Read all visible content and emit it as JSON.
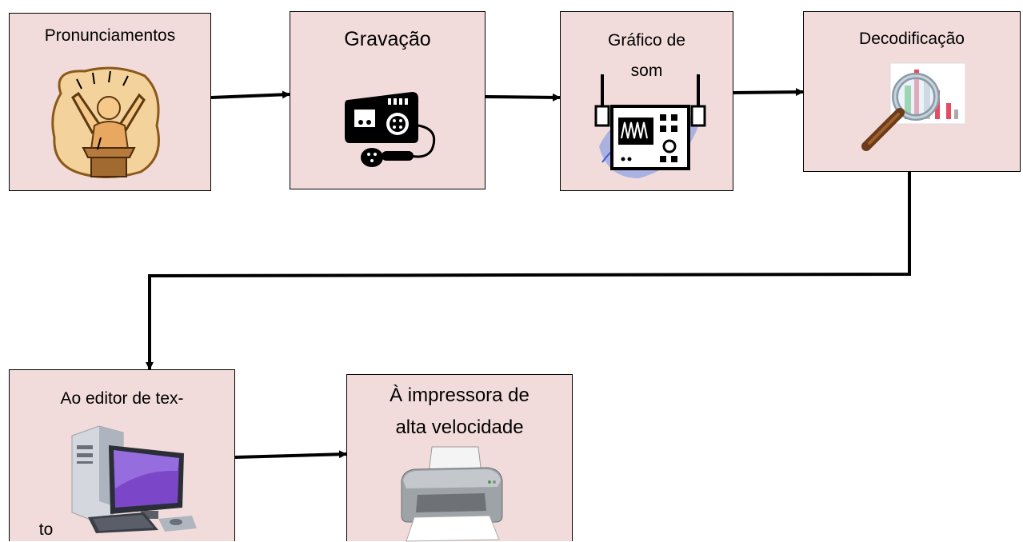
{
  "diagram": {
    "nodes": [
      {
        "id": "n1",
        "label": "Pronunciamentos",
        "icon": "speaker-at-podium-icon"
      },
      {
        "id": "n2",
        "label": "Gravação",
        "icon": "tape-recorder-icon"
      },
      {
        "id": "n3",
        "label_line1": "Gráfico de",
        "label_line2": "som",
        "icon": "sound-meter-icon"
      },
      {
        "id": "n4",
        "label": "Decodificação",
        "icon": "magnifier-chart-icon"
      },
      {
        "id": "n5",
        "label_line1": "Ao editor de tex-",
        "label_line2": "to",
        "icon": "desktop-computer-icon"
      },
      {
        "id": "n6",
        "label_line1": "À impressora de",
        "label_line2": "alta velocidade",
        "icon": "printer-icon"
      }
    ],
    "edges": [
      {
        "from": "n1",
        "to": "n2"
      },
      {
        "from": "n2",
        "to": "n3"
      },
      {
        "from": "n3",
        "to": "n4"
      },
      {
        "from": "n4",
        "to": "n5"
      },
      {
        "from": "n5",
        "to": "n6"
      }
    ],
    "colors": {
      "box_fill": "#f2dcdb",
      "border": "#000000",
      "arrow": "#000000"
    }
  }
}
